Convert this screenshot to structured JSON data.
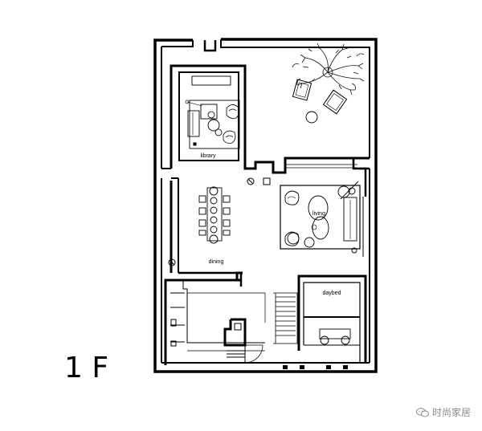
{
  "plan": {
    "floor_label": "1 F",
    "rooms": {
      "library": "library",
      "living": "living",
      "dining": "dining",
      "daybed": "daybed"
    }
  },
  "watermark": {
    "text": "时尚家居",
    "icon": "wechat-icon"
  },
  "colors": {
    "wall": "#000000",
    "line": "#333333",
    "watermark": "#8a8a8a"
  }
}
